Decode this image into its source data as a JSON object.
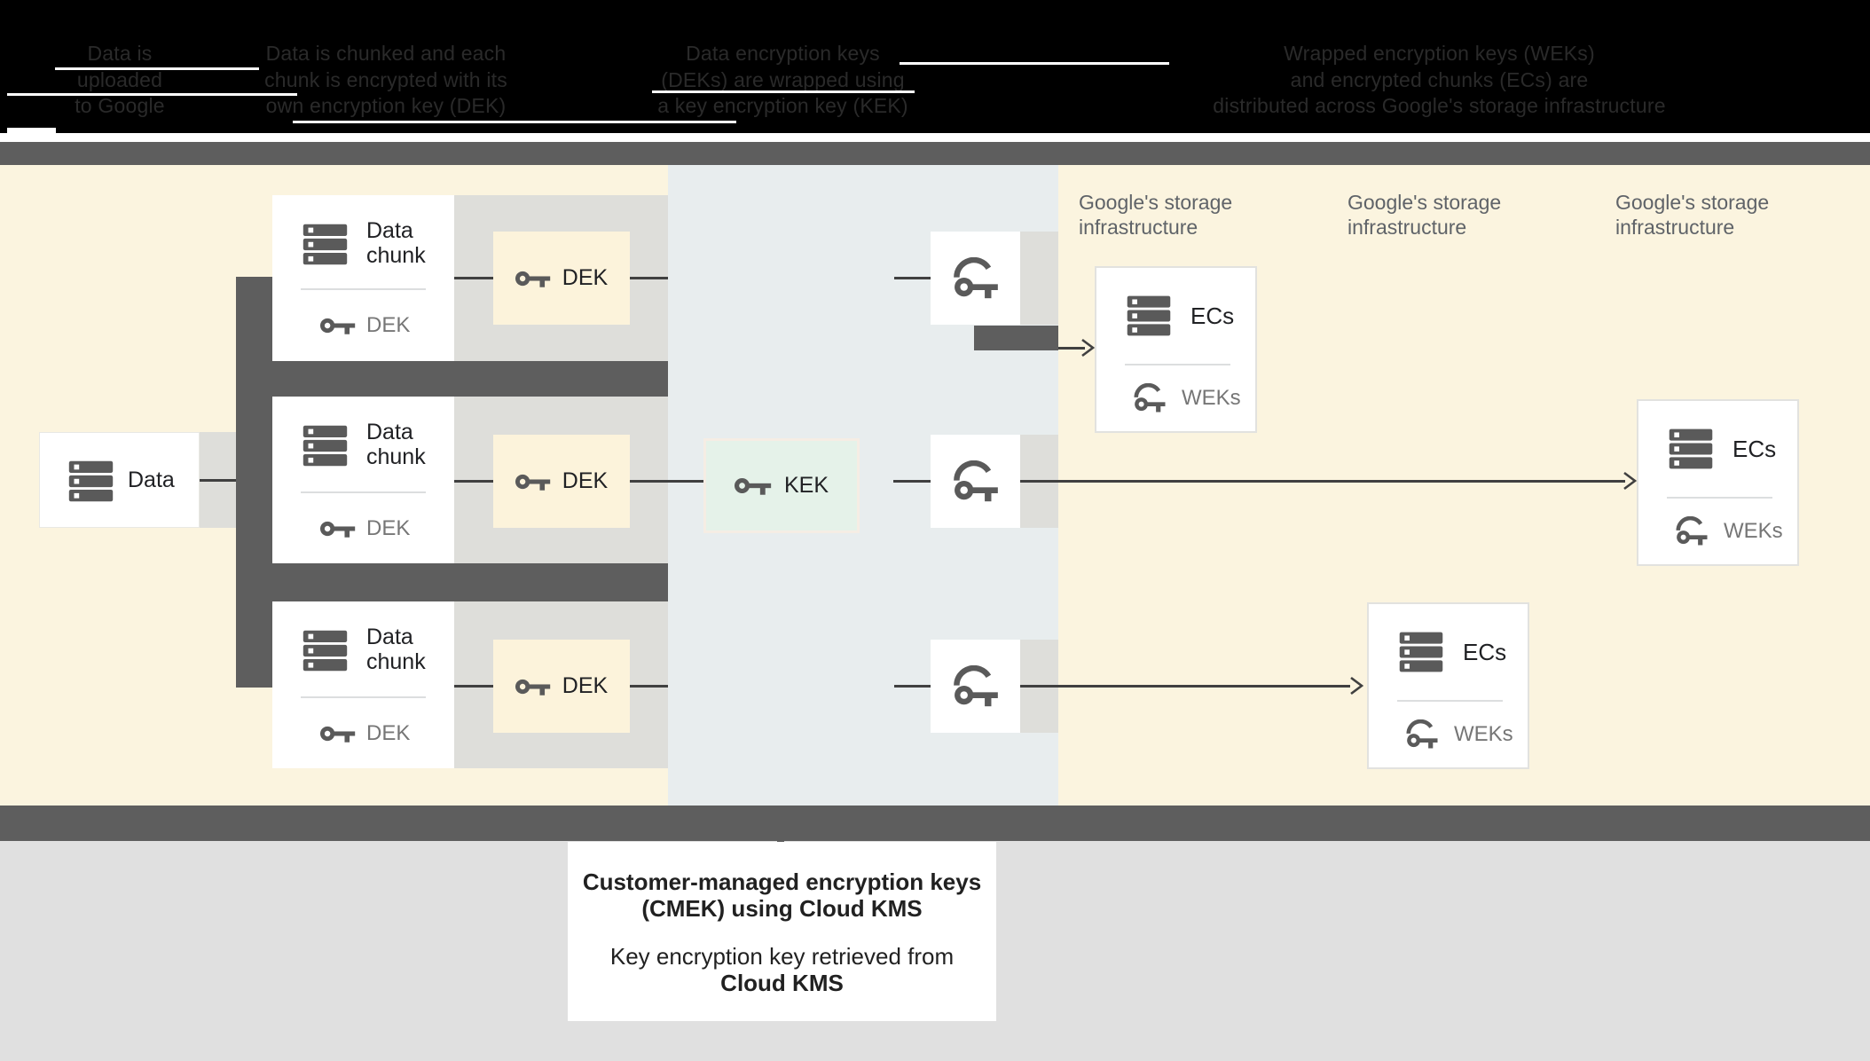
{
  "header": {
    "captions": [
      {
        "lines": [
          "Data is",
          "uploaded",
          "to Google"
        ]
      },
      {
        "lines": [
          "Data is chunked and each",
          "chunk is encrypted with its",
          "own encryption key (DEK)"
        ]
      },
      {
        "lines": [
          "Data encryption keys",
          "(DEKs) are wrapped using",
          "a key encryption key (KEK)"
        ]
      },
      {
        "lines": [
          "Wrapped encryption keys (WEKs)",
          "and encrypted chunks (ECs) are",
          "distributed across Google's storage infrastructure"
        ]
      }
    ]
  },
  "diagram": {
    "data_box": {
      "label": "Data"
    },
    "chunk_cards": [
      {
        "title_lines": [
          "Data",
          "chunk"
        ],
        "key_label": "DEK"
      },
      {
        "title_lines": [
          "Data",
          "chunk"
        ],
        "key_label": "DEK"
      },
      {
        "title_lines": [
          "Data",
          "chunk"
        ],
        "key_label": "DEK"
      }
    ],
    "dek_boxes": [
      {
        "label": "DEK"
      },
      {
        "label": "DEK"
      },
      {
        "label": "DEK"
      }
    ],
    "kek_box": {
      "label": "KEK"
    },
    "storage_labels": [
      {
        "lines": [
          "Google's storage",
          "infrastructure"
        ]
      },
      {
        "lines": [
          "Google's storage",
          "infrastructure"
        ]
      },
      {
        "lines": [
          "Google's storage",
          "infrastructure"
        ]
      }
    ],
    "ecs_cards": [
      {
        "title": "ECs",
        "key_label": "WEKs"
      },
      {
        "title": "ECs",
        "key_label": "WEKs"
      },
      {
        "title": "ECs",
        "key_label": "WEKs"
      }
    ]
  },
  "callout": {
    "heading_lines": [
      "Customer-managed encryption keys",
      "(CMEK) using Cloud KMS"
    ],
    "body_line1": "Key encryption key retrieved from",
    "body_line2": "Cloud KMS"
  },
  "colors": {
    "cream_background": "#FBF4DF",
    "kms_band": "#E8EDEE",
    "dark_band": "#5E5E5E",
    "dek_box": "#FCF3DB",
    "kek_box": "#E5F2E9",
    "kek_border": "#F5EDE4",
    "gray_strip": "#DEDEDA",
    "icon_gray": "#5A5A5A",
    "label_gray": "#767676",
    "text_dark": "#202124",
    "bottom_gray": "#E0E0E0",
    "line": "#404040"
  },
  "icons": {
    "storage": "storage-icon",
    "key": "key-icon",
    "wrapped_key": "wrapped-key-icon"
  }
}
